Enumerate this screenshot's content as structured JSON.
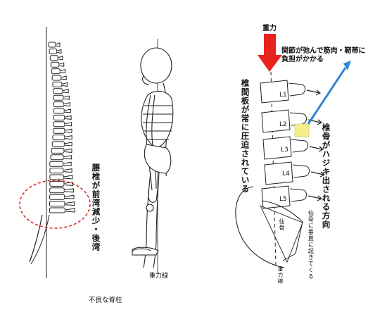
{
  "left_figure": {
    "caption": "不良な脊柱",
    "lumbar_label": "腰椎が前湾減少・後湾",
    "gravity_line_label": "重力線"
  },
  "right_figure": {
    "gravity_arrow_label": "重力",
    "joint_note": "関節が弛んで筋肉・靭帯に\n負担がかかる",
    "disc_note": "椎間板が常に圧迫されている",
    "vertebra_note": "椎骨がハジキ出される方向",
    "vertebra_labels": [
      "L1",
      "L2",
      "L3",
      "L4",
      "L5"
    ],
    "sacrum_label": "仙骨",
    "pelvis_note": "仙骨に垂直に起きてくる",
    "gravity_line_label": "重力線"
  },
  "colors": {
    "gravity_arrow": "#e8231e",
    "blue_arrow": "#2f86d6",
    "highlight": "#f4ef8a",
    "dashed_circle": "#e02a2a"
  }
}
